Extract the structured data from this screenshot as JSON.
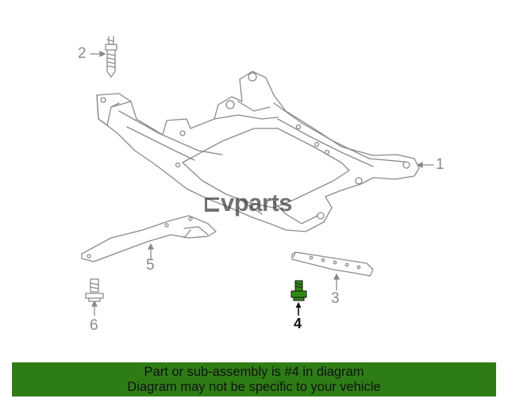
{
  "diagram": {
    "highlight_color": "#2f8a14",
    "line_color": "#8a8a8a",
    "callouts": [
      {
        "id": "1",
        "label": "1"
      },
      {
        "id": "2",
        "label": "2"
      },
      {
        "id": "3",
        "label": "3"
      },
      {
        "id": "4",
        "label": "4"
      },
      {
        "id": "5",
        "label": "5"
      },
      {
        "id": "6",
        "label": "6"
      }
    ],
    "highlighted_part": "4"
  },
  "watermark": {
    "text": "vparts",
    "logo": "evparts-logo"
  },
  "banner": {
    "background": "#2e7d14",
    "line1": "Part or sub-assembly is #4 in diagram",
    "line2": "Diagram may not be specific to your vehicle"
  }
}
